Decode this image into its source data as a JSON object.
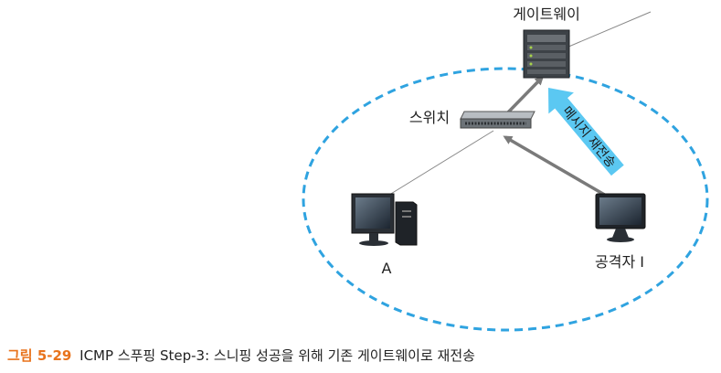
{
  "nodes": {
    "gateway": "게이트웨이",
    "switch": "스위치",
    "host_a": "A",
    "attacker": "공격자 I"
  },
  "arrow_label": "메시지 재전송",
  "caption": {
    "figure_number": "그림 5-29",
    "text": "ICMP 스푸핑 Step-3: 스니핑 성공을 위해 기존 게이트웨이로 재전송"
  },
  "colors": {
    "network_ellipse": "#2fa3e0",
    "resend_arrow": "#5bc8f2",
    "data_arrows": "#7a7a7a",
    "figure_accent": "#e8731c"
  },
  "icons": [
    "gateway-router-icon",
    "network-switch-icon",
    "desktop-computer-icon",
    "monitor-computer-icon"
  ]
}
